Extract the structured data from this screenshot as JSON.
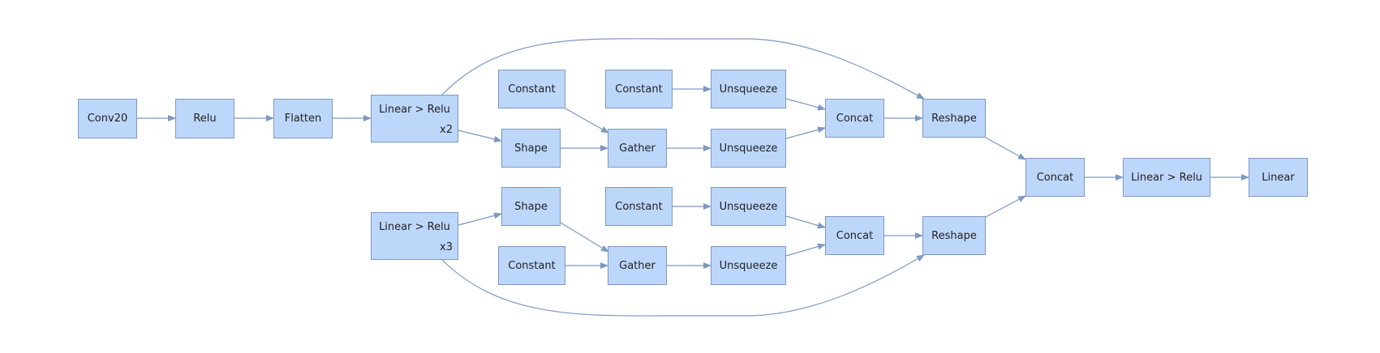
{
  "colors": {
    "node_fill": "#bdd7fb",
    "node_border": "#7d98c2",
    "edge": "#7d98c2"
  },
  "nodes": {
    "conv20": "Conv20",
    "relu": "Relu",
    "flatten": "Flatten",
    "lr_x2": "Linear > Relu",
    "lr_x2_repeat": "x2",
    "lr_x3": "Linear > Relu",
    "lr_x3_repeat": "x3",
    "const_top_a": "Constant",
    "const_top_b": "Constant",
    "shape_top": "Shape",
    "gather_top": "Gather",
    "unsq_top_a": "Unsqueeze",
    "unsq_top_b": "Unsqueeze",
    "concat_top": "Concat",
    "reshape_top": "Reshape",
    "shape_bot": "Shape",
    "const_bot_a": "Constant",
    "const_bot_b": "Constant",
    "gather_bot": "Gather",
    "unsq_bot_a": "Unsqueeze",
    "unsq_bot_b": "Unsqueeze",
    "concat_bot": "Concat",
    "reshape_bot": "Reshape",
    "concat_final": "Concat",
    "lr_final": "Linear > Relu",
    "linear": "Linear"
  }
}
